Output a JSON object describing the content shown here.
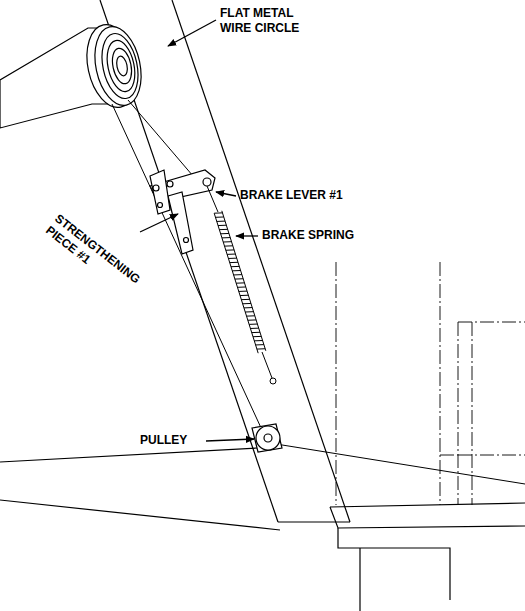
{
  "diagram": {
    "labels": [
      "FLAT METAL WIRE CIRCLE",
      "BRAKE LEVER #1",
      "BRAKE SPRING",
      "STRENGTHENING PIECE #1",
      "PULLEY"
    ]
  }
}
